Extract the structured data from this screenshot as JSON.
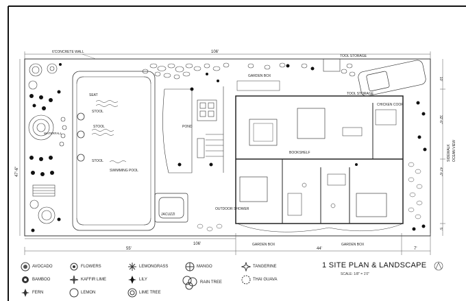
{
  "plan": {
    "wall_label": "6'CONCRETE WALL",
    "top_dim": "106'",
    "tool_storage_top": "TOOL STORAGE",
    "garden_box_top": "GARDEN BOX",
    "tool_storage_mid": "TOOL STORAGE",
    "chicken_coop": "CHICKEN COOP",
    "seat": "SEAT",
    "stool_1": "STOOL",
    "stool_2": "STOOL",
    "stool_3": "STOOL",
    "waterfall": "WATERFALL",
    "pond": "POND",
    "swimming_pool": "SWIMMING POOL",
    "jacuzzi": "JACUZZI",
    "outdoor_shower": "OUTDOOR SHOWER",
    "bookshelf": "BOOKSHELF",
    "garden_box_bottom_1": "GARDEN BOX",
    "garden_box_bottom_2": "GARDEN BOX",
    "sidewalk": "SIDEWALK",
    "ocean_view": "OCEAN VIEW",
    "left_dim": "47'-6\"",
    "right_dim_1": "10'",
    "right_dim_2": "32'-6\"",
    "right_dim_3": "47'-6\"",
    "right_dim_4": "5'",
    "bottom_dim_inner": "106'",
    "bottom_dim_left": "55'",
    "bottom_dim_mid": "44'",
    "bottom_dim_right": "7'"
  },
  "legend": [
    {
      "icon": "avocado-icon",
      "label": "AVOCADO"
    },
    {
      "icon": "flowers-icon",
      "label": "FLOWERS"
    },
    {
      "icon": "lemongrass-icon",
      "label": "LEMONGRASS"
    },
    {
      "icon": "mango-icon",
      "label": "MANGO"
    },
    {
      "icon": "tangerine-icon",
      "label": "TANGERINE"
    },
    {
      "icon": "bamboo-icon",
      "label": "BAMBOO"
    },
    {
      "icon": "kaffir-lime-icon",
      "label": "KAFFIR LIME"
    },
    {
      "icon": "lily-icon",
      "label": "LILY"
    },
    {
      "icon": "rain-tree-icon",
      "label": "RAIN TREE"
    },
    {
      "icon": "thai-guava-icon",
      "label": "THAI GUAVA"
    },
    {
      "icon": "fern-icon",
      "label": "FERN"
    },
    {
      "icon": "lemon-icon",
      "label": "LEMON"
    },
    {
      "icon": "lime-tree-icon",
      "label": "LIME TREE"
    }
  ],
  "title": {
    "text": "1 SITE PLAN & LANDSCAPE",
    "scale": "SCALE: 1/8\" = 1'0\""
  }
}
